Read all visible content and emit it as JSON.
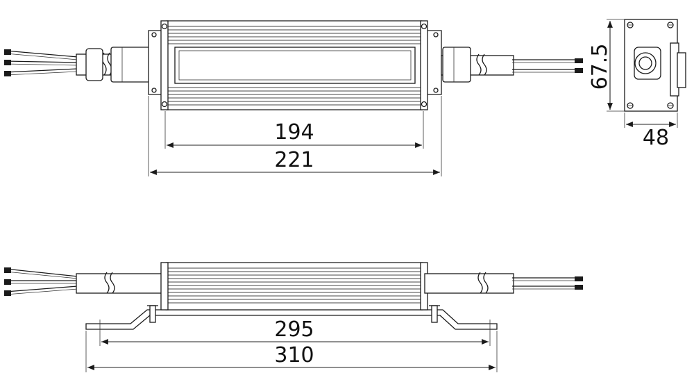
{
  "dimensions": {
    "body_length": "194",
    "flange_length": "221",
    "height": "67.5",
    "width": "48",
    "mount_hole_spacing": "295",
    "overall_length": "310"
  },
  "colors": {
    "line": "#1a1a1a",
    "background": "#ffffff"
  }
}
